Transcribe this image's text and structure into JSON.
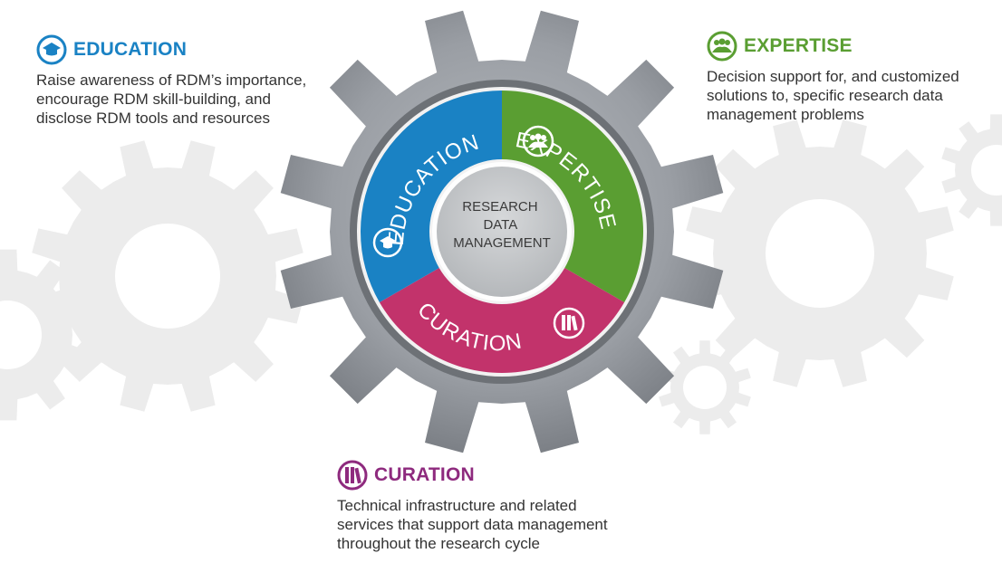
{
  "colors": {
    "education": "#1a82c4",
    "expertise": "#5a9e32",
    "curation": "#c2336b",
    "curation_heading": "#8e2a7e",
    "gear_dark": "#6d7176",
    "gear_light": "#a8adb3",
    "background_gears": "#ececec"
  },
  "icons": {
    "education": "graduation-cap-icon",
    "expertise": "people-group-icon",
    "curation": "books-icon"
  },
  "education": {
    "heading": "EDUCATION",
    "description": "Raise awareness of RDM’s importance,\nencourage RDM skill-building, and\ndisclose RDM tools and resources"
  },
  "expertise": {
    "heading": "EXPERTISE",
    "description": "Decision support for, and customized\nsolutions to, specific research data\nmanagement problems"
  },
  "curation": {
    "heading": "CURATION",
    "description": "Technical infrastructure and related\nservices that support data management\nthroughout the research cycle"
  },
  "gear": {
    "center_lines": [
      "RESEARCH",
      "DATA",
      "MANAGEMENT"
    ],
    "segment_labels": {
      "education": "EDUCATION",
      "expertise": "EXPERTISE",
      "curation": "CURATION"
    }
  }
}
